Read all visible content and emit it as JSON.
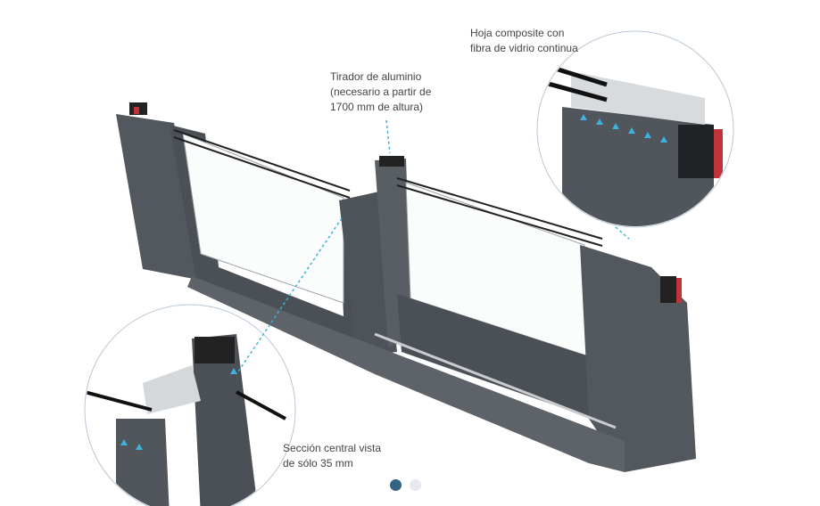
{
  "annotations": {
    "leaf": "Hoja composite con\nfibra de vidrio continua",
    "handle": "Tirador de aluminio\n(necesario a partir de\n1700 mm de altura)",
    "central": "Sección central vista\nde sólo 35 mm"
  },
  "carousel": {
    "slides": 2,
    "active": 1
  },
  "colors": {
    "frame": "#51575d",
    "accent": "#3db2de",
    "dot_active": "#2f6580",
    "dot_inactive": "#e6eaee"
  }
}
